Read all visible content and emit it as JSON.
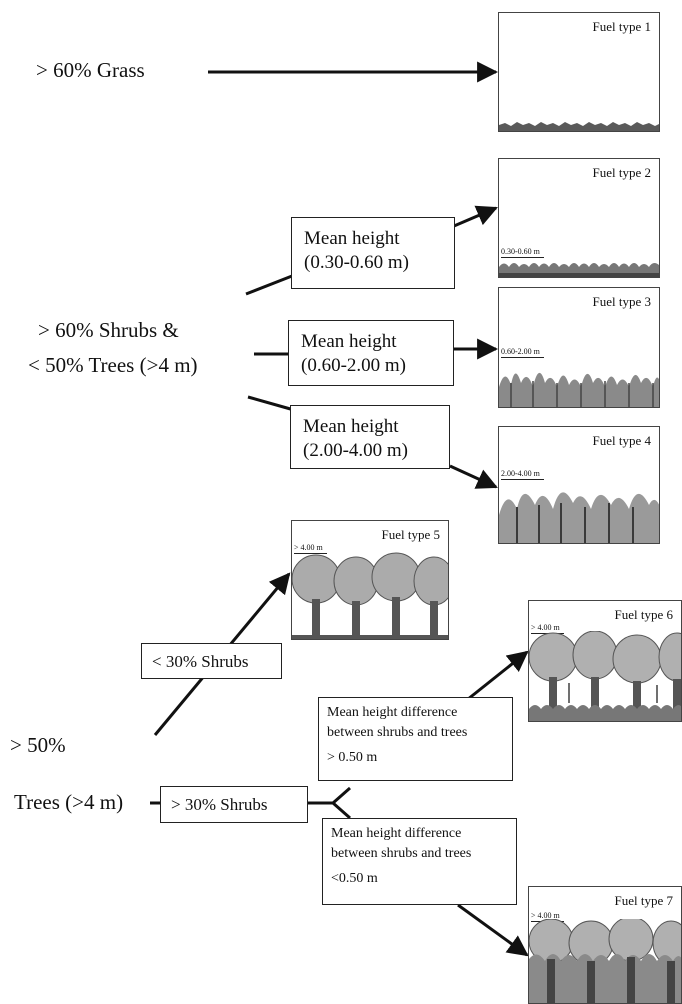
{
  "conditions": {
    "grass": "> 60% Grass",
    "shrubs_line1": "> 60% Shrubs &",
    "shrubs_line2": "< 50% Trees (>4 m)",
    "trees_line1": "> 50%",
    "trees_line2": "Trees (>4 m)"
  },
  "boxes": {
    "mh_030_060": [
      "Mean height",
      "(0.30-0.60 m)"
    ],
    "mh_060_200": [
      "Mean height",
      "(0.60-2.00 m)"
    ],
    "mh_200_400": [
      "Mean height",
      "(2.00-4.00 m)"
    ],
    "lt30_shrubs": "< 30% Shrubs",
    "gt30_shrubs": "> 30% Shrubs",
    "diff_gt": [
      "Mean height difference",
      "between shrubs and trees",
      "> 0.50 m"
    ],
    "diff_lt": [
      "Mean height difference",
      "between shrubs and trees",
      "<0.50 m"
    ]
  },
  "fuel_types": [
    {
      "title": "Fuel type 1",
      "height_label": ""
    },
    {
      "title": "Fuel type 2",
      "height_label": "0.30-0.60 m"
    },
    {
      "title": "Fuel type 3",
      "height_label": "0.60-2.00 m"
    },
    {
      "title": "Fuel type 4",
      "height_label": "2.00-4.00 m"
    },
    {
      "title": "Fuel type 5",
      "height_label": "> 4.00 m"
    },
    {
      "title": "Fuel type 6",
      "height_label": "> 4.00 m"
    },
    {
      "title": "Fuel type 7",
      "height_label": "> 4.00 m"
    }
  ],
  "colors": {
    "ink": "#111111",
    "vegetation": "#5a5a5a",
    "foliage": "#9a9a9a"
  }
}
